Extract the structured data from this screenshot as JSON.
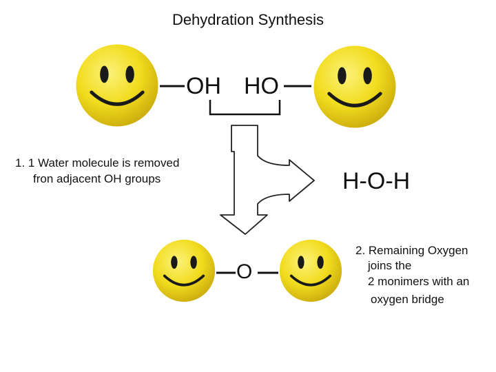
{
  "title": "Dehydration Synthesis",
  "top_left_group": "OH",
  "top_right_group": "HO",
  "water": "H-O-H",
  "bridge_atom": "O",
  "step1": {
    "line1": "1. 1 Water molecule is removed",
    "line2": "fron adjacent OH groups"
  },
  "step2": {
    "line1": "2. Remaining Oxygen",
    "line2": "joins the",
    "line3": "2 monimers with an",
    "line4": "oxygen bridge"
  },
  "colors": {
    "face": "#f2dc1e",
    "face_shade": "#c9a90c",
    "feature": "#1a1a1a",
    "stroke": "#111111"
  }
}
